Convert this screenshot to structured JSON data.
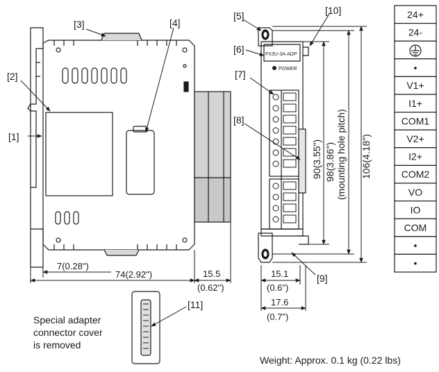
{
  "callouts": [
    "[1]",
    "[2]",
    "[3]",
    "[4]",
    "[5]",
    "[6]",
    "[7]",
    "[8]",
    "[9]",
    "[10]",
    "[11]"
  ],
  "module_label": "FX3U-3A-ADP",
  "power_label": "POWER",
  "dimensions": {
    "din_offset": "7(0.28\")",
    "depth": "74(2.92\")",
    "side_depth": "15.5",
    "side_depth_in": "(0.62\")",
    "front_w1": "15.1",
    "front_w1_in": "(0.6\")",
    "front_w2": "17.6",
    "front_w2_in": "(0.7\")",
    "h90": "90(3.55\")",
    "h98": "98(3.86\")",
    "h98_note": "(mounting hole pitch)",
    "h106": "106(4.18\")"
  },
  "terminals": [
    "24+",
    "24-",
    "ground-symbol",
    "•",
    "V1+",
    "I1+",
    "COM1",
    "V2+",
    "I2+",
    "COM2",
    "VO",
    "IO",
    "COM",
    "•",
    "•"
  ],
  "cover_note": [
    "Special adapter",
    "connector cover",
    "is removed"
  ],
  "weight": "Weight: Approx. 0.1 kg (0.22 lbs)"
}
